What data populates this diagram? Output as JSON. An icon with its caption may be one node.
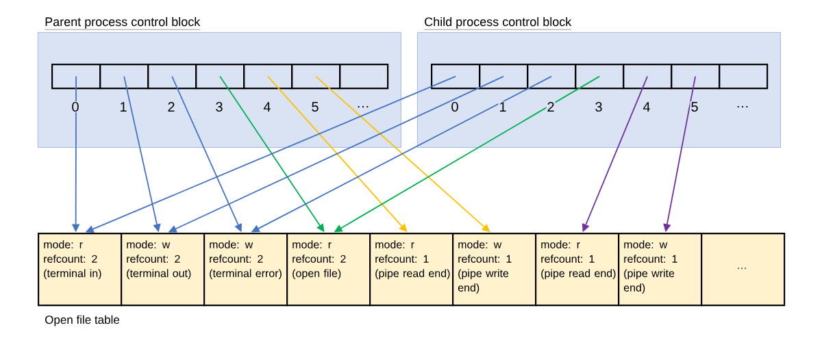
{
  "diagram": {
    "nodes": [
      {
        "text": [
          "Parent process control block"
        ]
      },
      {
        "text": [],
        "shape": "box",
        "in": 0,
        "beside": [
          "0"
        ]
      },
      {
        "text": [],
        "shape": "box",
        "in": 0,
        "beside": [
          "1"
        ]
      },
      {
        "text": [],
        "shape": "box",
        "in": 0,
        "beside": [
          "2"
        ]
      },
      {
        "text": [],
        "shape": "box",
        "in": 0,
        "beside": [
          "3"
        ]
      },
      {
        "text": [],
        "shape": "box",
        "in": 0,
        "beside": [
          "4"
        ]
      },
      {
        "text": [],
        "shape": "box",
        "in": 0,
        "beside": [
          "5"
        ]
      },
      {
        "text": [],
        "shape": "box",
        "in": 0,
        "beside": [
          "…"
        ]
      },
      {
        "text": [
          "Child process control block"
        ]
      },
      {
        "text": [],
        "shape": "box",
        "in": 8,
        "beside": [
          "0"
        ]
      },
      {
        "text": [],
        "shape": "box",
        "in": 8,
        "beside": [
          "1"
        ]
      },
      {
        "text": [],
        "shape": "box",
        "in": 8,
        "beside": [
          "2"
        ]
      },
      {
        "text": [],
        "shape": "box",
        "in": 8,
        "beside": [
          "3"
        ]
      },
      {
        "text": [],
        "shape": "box",
        "in": 8,
        "beside": [
          "4"
        ]
      },
      {
        "text": [],
        "shape": "box",
        "in": 8,
        "beside": [
          "5"
        ]
      },
      {
        "text": [],
        "shape": "box",
        "in": 8,
        "beside": [
          "…"
        ]
      },
      {
        "text": [
          "mode: r",
          "refcount: 2",
          "(terminal in)"
        ]
      },
      {
        "text": [
          "mode: w",
          "refcount: 2",
          "(terminal out)"
        ]
      },
      {
        "text": [
          "mode: w",
          "refcount: 2",
          "(terminal error)"
        ]
      },
      {
        "text": [
          "mode: r",
          "refcount: 2",
          "(open file)"
        ]
      },
      {
        "text": [
          "mode: r",
          "refcount: 1",
          "(pipe read end)"
        ]
      },
      {
        "text": [
          "mode: w",
          "refcount: 1",
          "(pipe write end)"
        ]
      },
      {
        "text": [
          "mode: r",
          "refcount: 1",
          "(pipe read end)"
        ]
      },
      {
        "text": [
          "mode: w",
          "refcount: 1",
          "(pipe write end)"
        ]
      },
      {
        "text": [
          "…"
        ]
      }
    ],
    "edges": [
      {
        "from": 1,
        "to": 16,
        "arrow": "to"
      },
      {
        "from": 2,
        "to": 17,
        "arrow": "to"
      },
      {
        "from": 3,
        "to": 18,
        "arrow": "to"
      },
      {
        "from": 4,
        "to": 19,
        "arrow": "to",
        "color": "#00b050"
      },
      {
        "from": 5,
        "to": 20,
        "arrow": "to",
        "color": "#ffc000"
      },
      {
        "from": 6,
        "to": 21,
        "arrow": "to",
        "color": "#ffc000"
      },
      {
        "from": 9,
        "to": 16,
        "arrow": "to"
      },
      {
        "from": 10,
        "to": 17,
        "arrow": "to"
      },
      {
        "from": 11,
        "to": 18,
        "arrow": "to"
      },
      {
        "from": 12,
        "to": 19,
        "arrow": "to",
        "color": "#00b050"
      },
      {
        "from": 13,
        "to": 22,
        "arrow": "to",
        "color": "#7030a0"
      },
      {
        "from": 14,
        "to": 23,
        "arrow": "to",
        "color": "#7030a0"
      }
    ],
    "labels": [
      "Open file table"
    ]
  }
}
